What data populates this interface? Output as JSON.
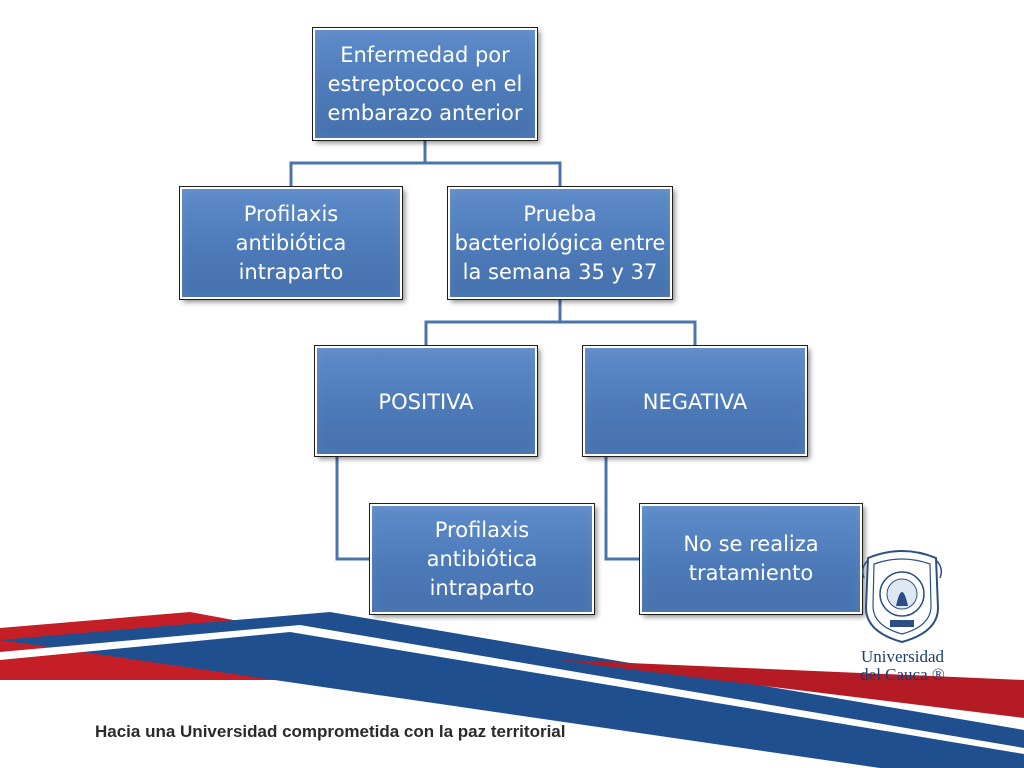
{
  "diagram": {
    "nodes": {
      "root": "Enfermedad por\nestreptococo en el\nembarazo anterior",
      "prophylaxis_1": "Profilaxis\nantibiótica\nintraparto",
      "test": "Prueba\nbacteriológica entre\nla semana 35 y 37",
      "positive": "POSITIVA",
      "negative": "NEGATIVA",
      "prophylaxis_2": "Profilaxis\nantibiótica\nintraparto",
      "no_treatment": "No se realiza\ntratamiento"
    }
  },
  "footer": {
    "slogan": "Hacia una Universidad comprometida con la paz territorial"
  },
  "logo": {
    "line1": "Universidad",
    "line2": "del Cauca ®"
  },
  "colors": {
    "box_fill": "#4f7cba",
    "connector": "#4a74ac",
    "band_red": "#c0202a",
    "band_blue": "#1f4f8f"
  }
}
